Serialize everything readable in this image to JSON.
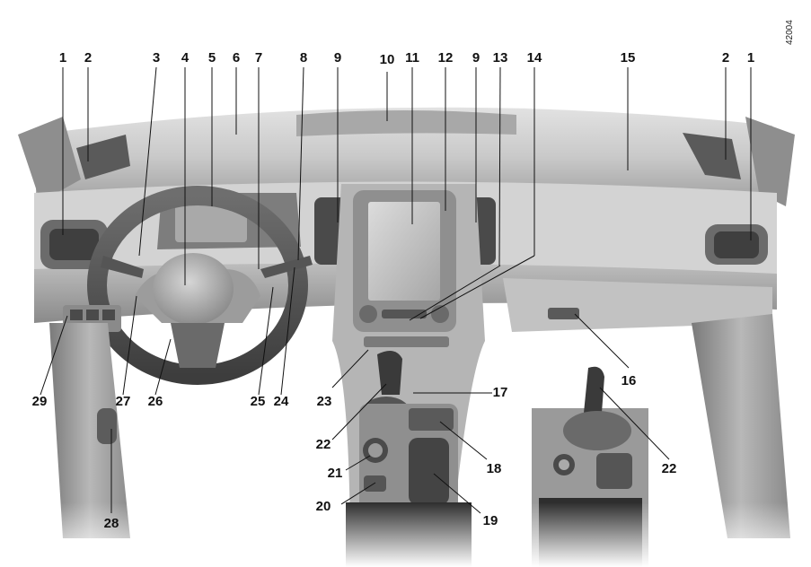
{
  "diagram": {
    "code": "42004",
    "callouts": [
      "1",
      "2",
      "3",
      "4",
      "5",
      "6",
      "7",
      "8",
      "9",
      "10",
      "11",
      "12",
      "9",
      "13",
      "14",
      "15",
      "2",
      "1",
      "16",
      "17",
      "18",
      "19",
      "20",
      "21",
      "22",
      "22",
      "23",
      "24",
      "25",
      "26",
      "27",
      "28",
      "29"
    ]
  }
}
